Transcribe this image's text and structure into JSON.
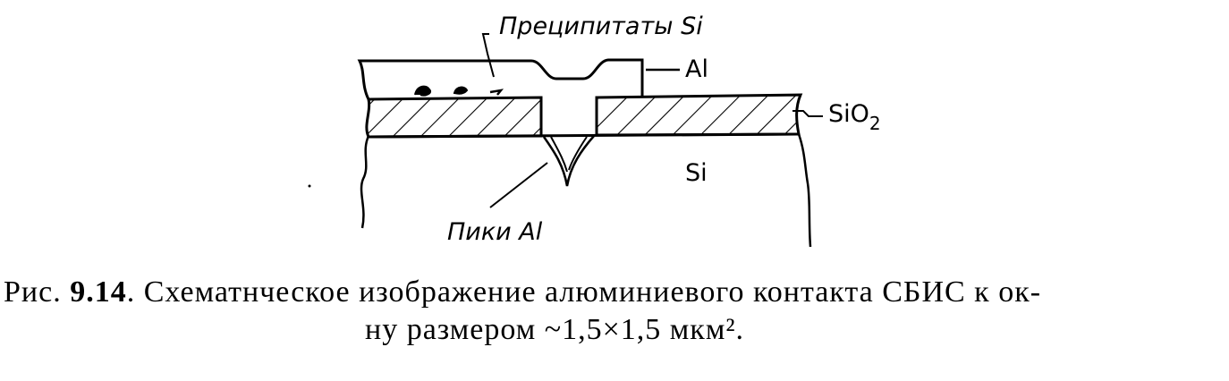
{
  "diagram": {
    "labels": {
      "precipitates": "Преципитаты Si",
      "aluminum": "Al",
      "oxide_base": "SiO",
      "oxide_sub": "2",
      "substrate": "Si",
      "spikes": "Пики Al"
    }
  },
  "caption": {
    "prefix": "Рис.",
    "number": "9.14",
    "text_line1": ". Схематнческое изображение алюминиевого контакта СБИС к ок-",
    "text_line2": "ну размером ~1,5×1,5 мкм²."
  }
}
